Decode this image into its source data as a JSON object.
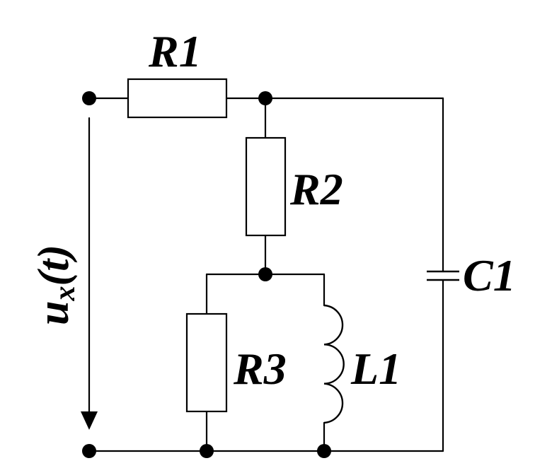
{
  "diagram": {
    "components": {
      "r1": "R1",
      "r2": "R2",
      "r3": "R3",
      "l1": "L1",
      "c1": "C1"
    },
    "voltage_label": {
      "symbol": "u",
      "subscript": "x",
      "argument": "(t)"
    }
  }
}
